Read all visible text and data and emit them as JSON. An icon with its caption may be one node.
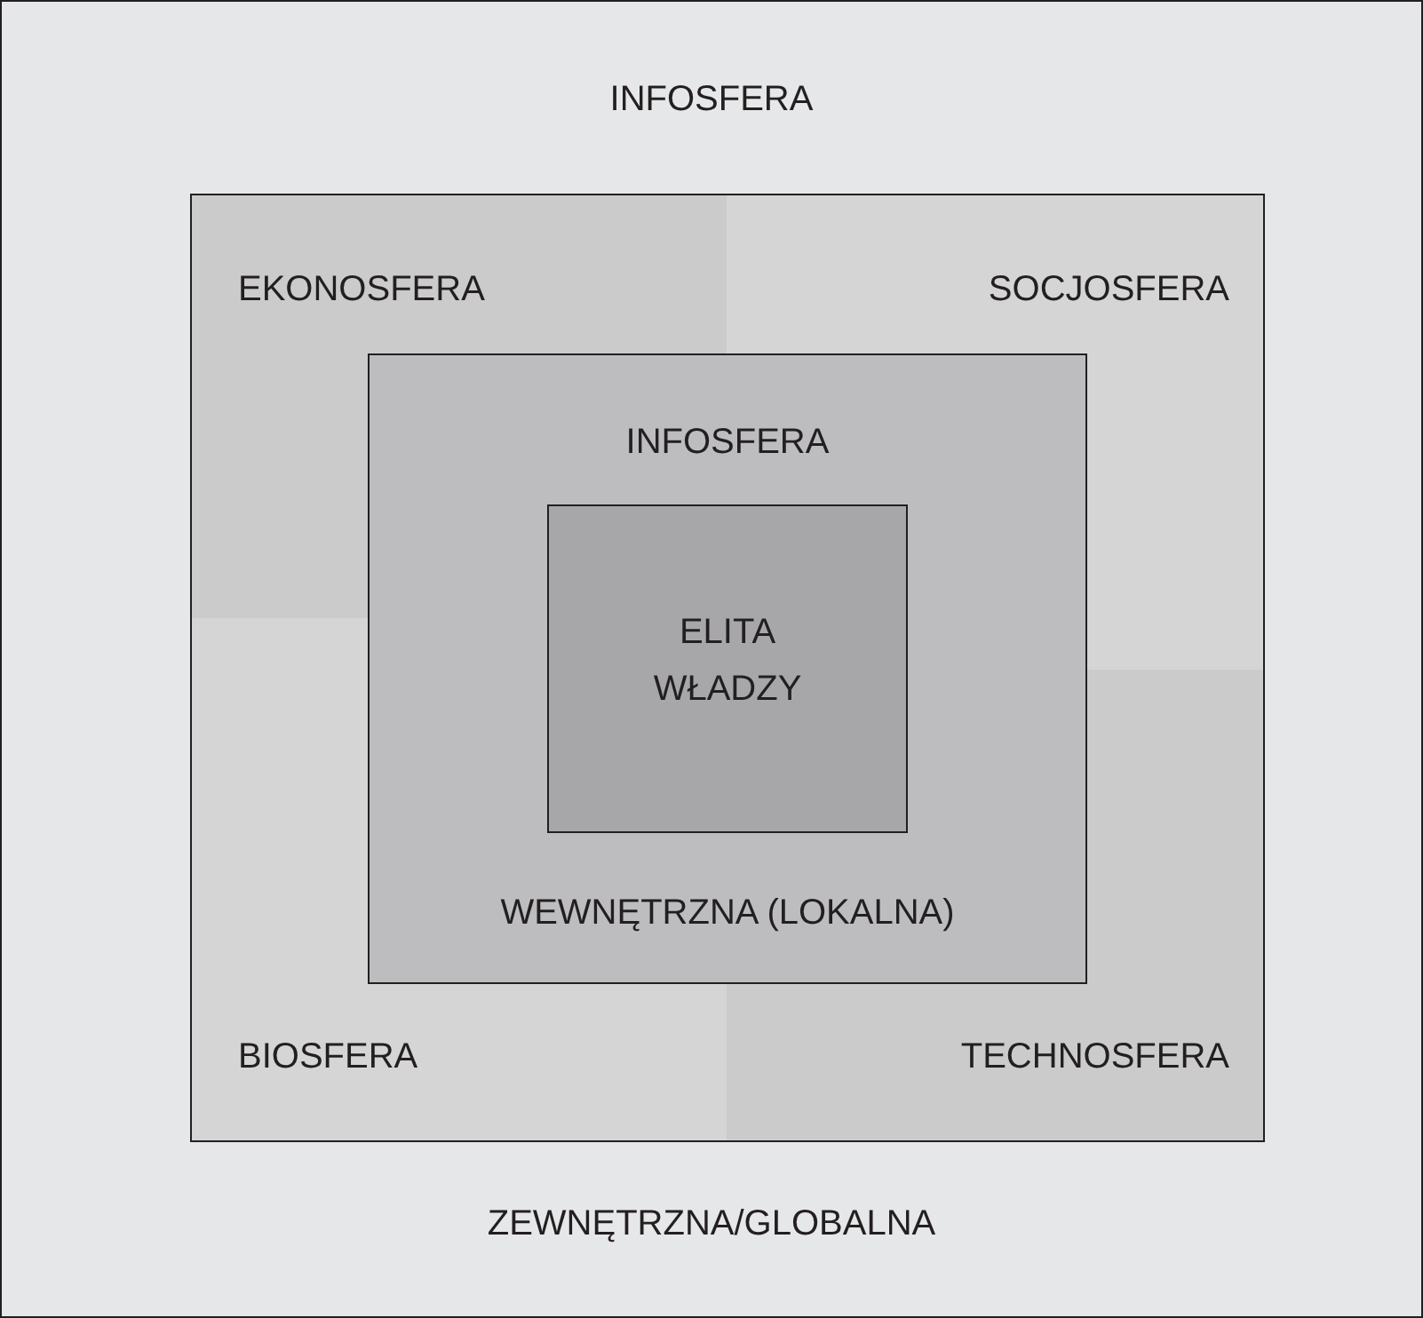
{
  "diagram": {
    "nodes": [
      {
        "text": [
          "INFOSFERA",
          "ZEWNĘTRZNA/GLOBALNA"
        ]
      },
      {
        "text": [
          "EKONOSFERA"
        ],
        "in": 0
      },
      {
        "text": [
          "SOCJOSFERA"
        ],
        "in": 0
      },
      {
        "text": [
          "INFOSFERA",
          "WEWNĘTRZNA (LOKALNA)"
        ],
        "in": 0
      },
      {
        "text": [
          "ELITA WŁADZY"
        ],
        "in": 3
      },
      {
        "text": [
          "BIOSFERA"
        ],
        "in": 0
      },
      {
        "text": [
          "TECHNOSFERA"
        ],
        "in": 0
      }
    ]
  }
}
